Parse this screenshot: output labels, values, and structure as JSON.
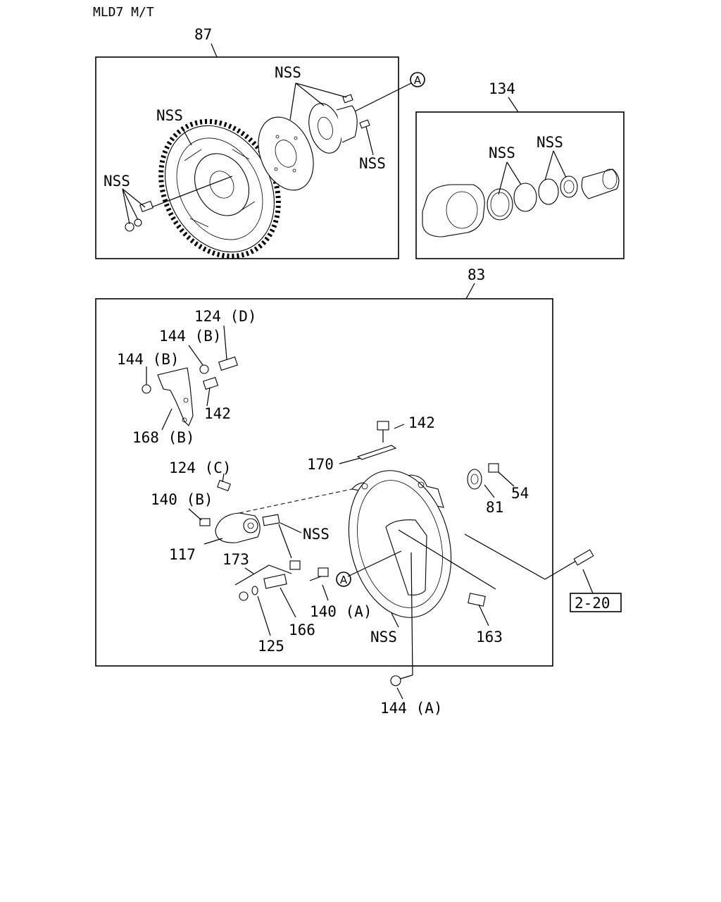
{
  "header": {
    "title": "MLD7 M/T"
  },
  "groups": {
    "g87": {
      "label": "87"
    },
    "g134": {
      "label": "134"
    },
    "g83": {
      "label": "83"
    }
  },
  "callouts": {
    "a_circle_top": "A",
    "a_circle_main": "A",
    "nss_flange_top": "NSS",
    "nss_gear": "NSS",
    "nss_bolts_left": "NSS",
    "nss_bolt_right": "NSS",
    "nss_seal_left": "NSS",
    "nss_seal_right": "NSS",
    "p124d": "124 (D)",
    "p144b_upper": "144 (B)",
    "p144b_left": "144 (B)",
    "p142_bracket": "142",
    "p168b": "168 (B)",
    "p142_bolt": "142",
    "p170": "170",
    "p124c": "124 (C)",
    "p54": "54",
    "p81": "81",
    "p140b": "140 (B)",
    "nss_sensor": "NSS",
    "p117": "117",
    "p173": "173",
    "p140a": "140 (A)",
    "p166": "166",
    "p125": "125",
    "nss_housing": "NSS",
    "p163": "163",
    "p144a": "144 (A)",
    "ref_box": "2-20"
  }
}
